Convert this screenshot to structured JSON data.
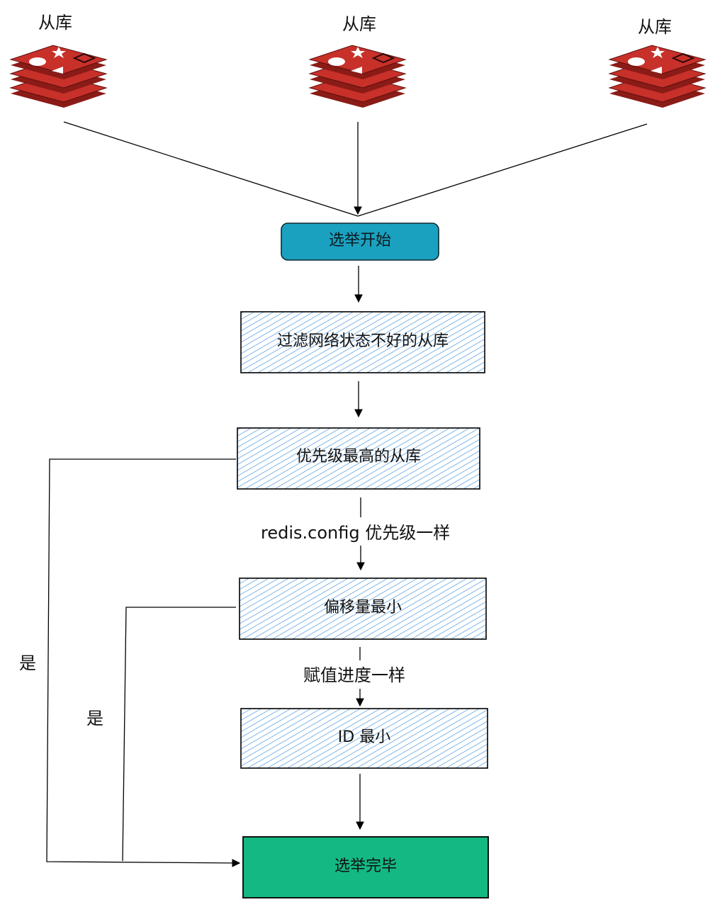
{
  "replicas": [
    {
      "label": "从库"
    },
    {
      "label": "从库"
    },
    {
      "label": "从库"
    }
  ],
  "nodes": {
    "start": "选举开始",
    "filter": "过滤网络状态不好的从库",
    "priority": "优先级最高的从库",
    "offset": "偏移量最小",
    "id_min": "ID 最小",
    "done": "选举完毕"
  },
  "edge_labels": {
    "same_priority": "redis.config 优先级一样",
    "same_progress": "赋值进度一样",
    "yes_outer": "是",
    "yes_inner": "是"
  },
  "colors": {
    "start_fill": "#1ba1c0",
    "hatch_blue": "#3a8fe0",
    "done_fill": "#14b883",
    "redis_red": "#c8302a",
    "redis_dark": "#8a1b16"
  }
}
